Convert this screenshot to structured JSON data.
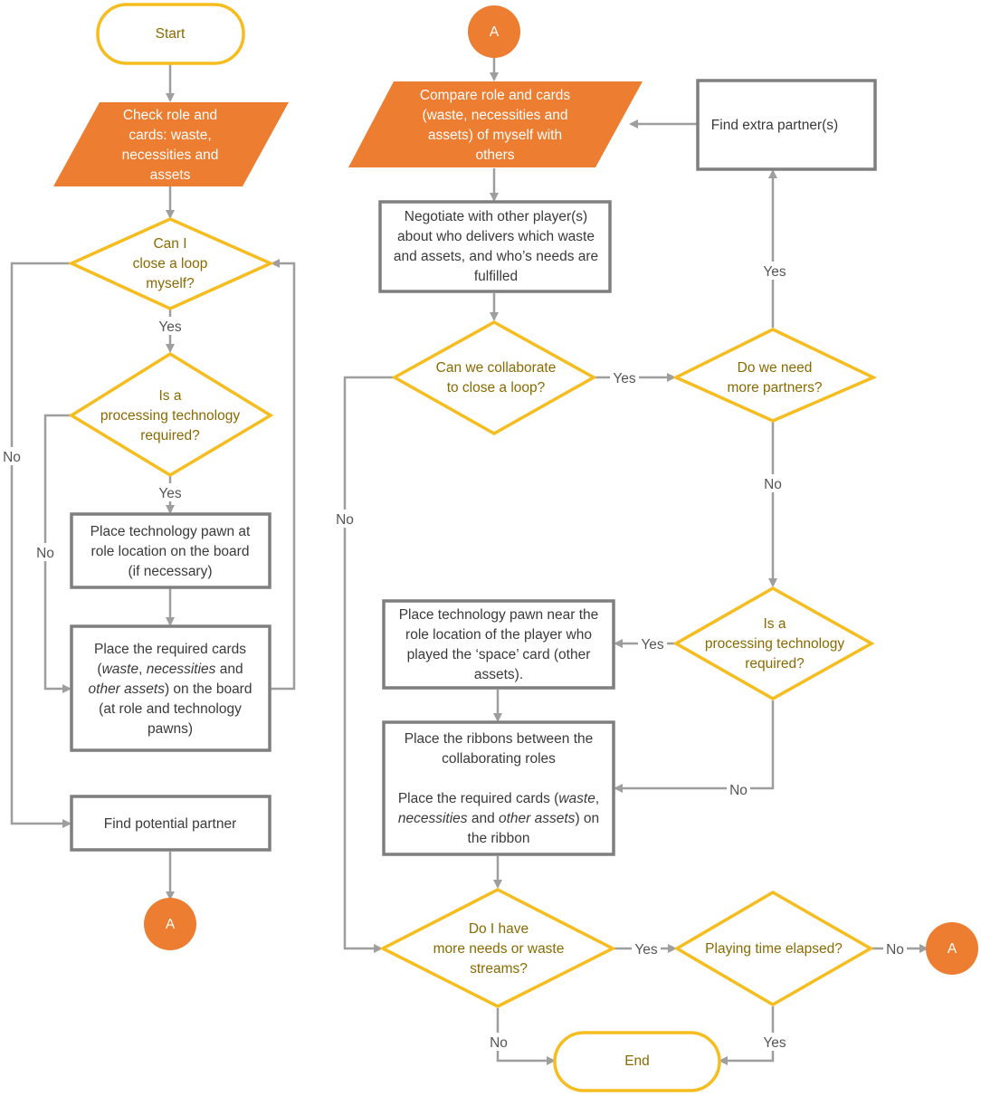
{
  "colors": {
    "arrow": "#9e9e9e",
    "decision_stroke": "#f5bd1f",
    "decision_text": "#8a6a00",
    "io_fill": "#ed7d31",
    "process_stroke": "#7f7f7f",
    "process_text": "#3a3a3a",
    "connector_fill": "#ed7d31"
  },
  "nodes": {
    "start": {
      "lines": [
        "Start"
      ]
    },
    "check_role": {
      "lines": [
        "Check role and",
        "cards: waste,",
        "necessities and",
        "assets"
      ]
    },
    "can_i_close": {
      "lines": [
        "Can I",
        "close a loop",
        "myself?"
      ]
    },
    "is_processing_left": {
      "lines": [
        "Is a",
        "processing technology",
        "required?"
      ]
    },
    "place_tech_pawn": {
      "lines": [
        "Place technology pawn at",
        "role location on the board",
        "(if necessary)"
      ]
    },
    "place_required_cards": {
      "lines": [
        [
          {
            "t": "Place the required cards"
          }
        ],
        [
          {
            "t": "("
          },
          {
            "t": "waste",
            "i": true
          },
          {
            "t": ", "
          },
          {
            "t": "necessities",
            "i": true
          },
          {
            "t": " and"
          }
        ],
        [
          {
            "t": "other assets",
            "i": true
          },
          {
            "t": ") on the board"
          }
        ],
        [
          {
            "t": "(at role and technology"
          }
        ],
        [
          {
            "t": "pawns)"
          }
        ]
      ]
    },
    "find_potential": {
      "lines": [
        "Find potential partner"
      ]
    },
    "connector_left": {
      "lines": [
        "A"
      ]
    },
    "connector_top": {
      "lines": [
        "A"
      ]
    },
    "compare_role": {
      "lines": [
        "Compare role and cards",
        "(waste, necessities and",
        "assets) of myself with",
        "others"
      ]
    },
    "find_extra": {
      "lines": [
        "Find extra partner(s)"
      ]
    },
    "negotiate": {
      "lines": [
        "Negotiate with other player(s)",
        "about who delivers which waste",
        "and assets, and who’s needs are",
        "fulfilled"
      ]
    },
    "can_we_collab": {
      "lines": [
        "Can we collaborate",
        "to close a loop?"
      ]
    },
    "need_more": {
      "lines": [
        "Do we need",
        "more partners?"
      ]
    },
    "is_processing_right": {
      "lines": [
        "Is a",
        "processing technology",
        "required?"
      ]
    },
    "place_tech_near": {
      "lines": [
        "Place technology pawn near the",
        "role location of the player who",
        "played the ‘space’ card (other",
        "assets)."
      ]
    },
    "place_ribbons": {
      "lines": [
        [
          {
            "t": "Place the ribbons between the"
          }
        ],
        [
          {
            "t": "collaborating roles"
          }
        ],
        [
          {
            "t": ""
          }
        ],
        [
          {
            "t": "Place the required cards ("
          },
          {
            "t": "waste",
            "i": true
          },
          {
            "t": ","
          }
        ],
        [
          {
            "t": "necessities",
            "i": true
          },
          {
            "t": " and "
          },
          {
            "t": "other assets",
            "i": true
          },
          {
            "t": ") on"
          }
        ],
        [
          {
            "t": "the ribbon"
          }
        ]
      ]
    },
    "more_needs": {
      "lines": [
        "Do I have",
        "more needs or waste",
        "streams?"
      ]
    },
    "time_elapsed": {
      "lines": [
        "Playing time elapsed?"
      ]
    },
    "connector_right": {
      "lines": [
        "A"
      ]
    },
    "end": {
      "lines": [
        "End"
      ]
    }
  },
  "edge_labels": {
    "yes_1": "Yes",
    "yes_2": "Yes",
    "no_1": "No",
    "no_2": "No",
    "yes_3": "Yes",
    "yes_4": "Yes",
    "no_3": "No",
    "no_4": "No",
    "yes_5": "Yes",
    "no_5": "No",
    "yes_6": "Yes",
    "no_6": "No",
    "no_7": "No",
    "yes_7": "Yes"
  }
}
